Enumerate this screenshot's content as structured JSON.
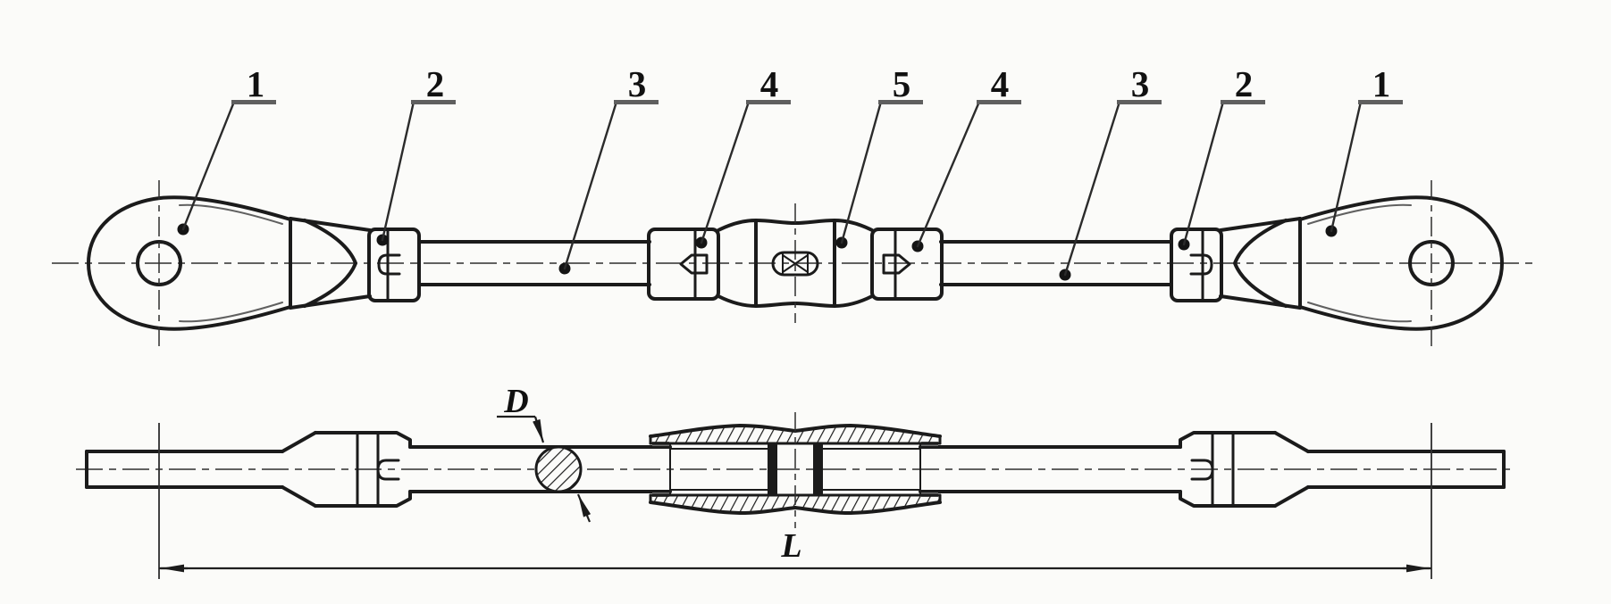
{
  "drawing": {
    "kind": "technical-assembly-drawing",
    "views": 2
  },
  "callouts": {
    "order": [
      "1",
      "2",
      "3",
      "4",
      "5",
      "4",
      "3",
      "2",
      "1"
    ]
  },
  "dimensions": {
    "diameter_label": "D",
    "length_label": "L"
  },
  "colors": {
    "line": "#1b1b1b",
    "leader": "#2b2b2b",
    "background": "#fbfbf9",
    "callout_bar": "#5f5f5f"
  }
}
